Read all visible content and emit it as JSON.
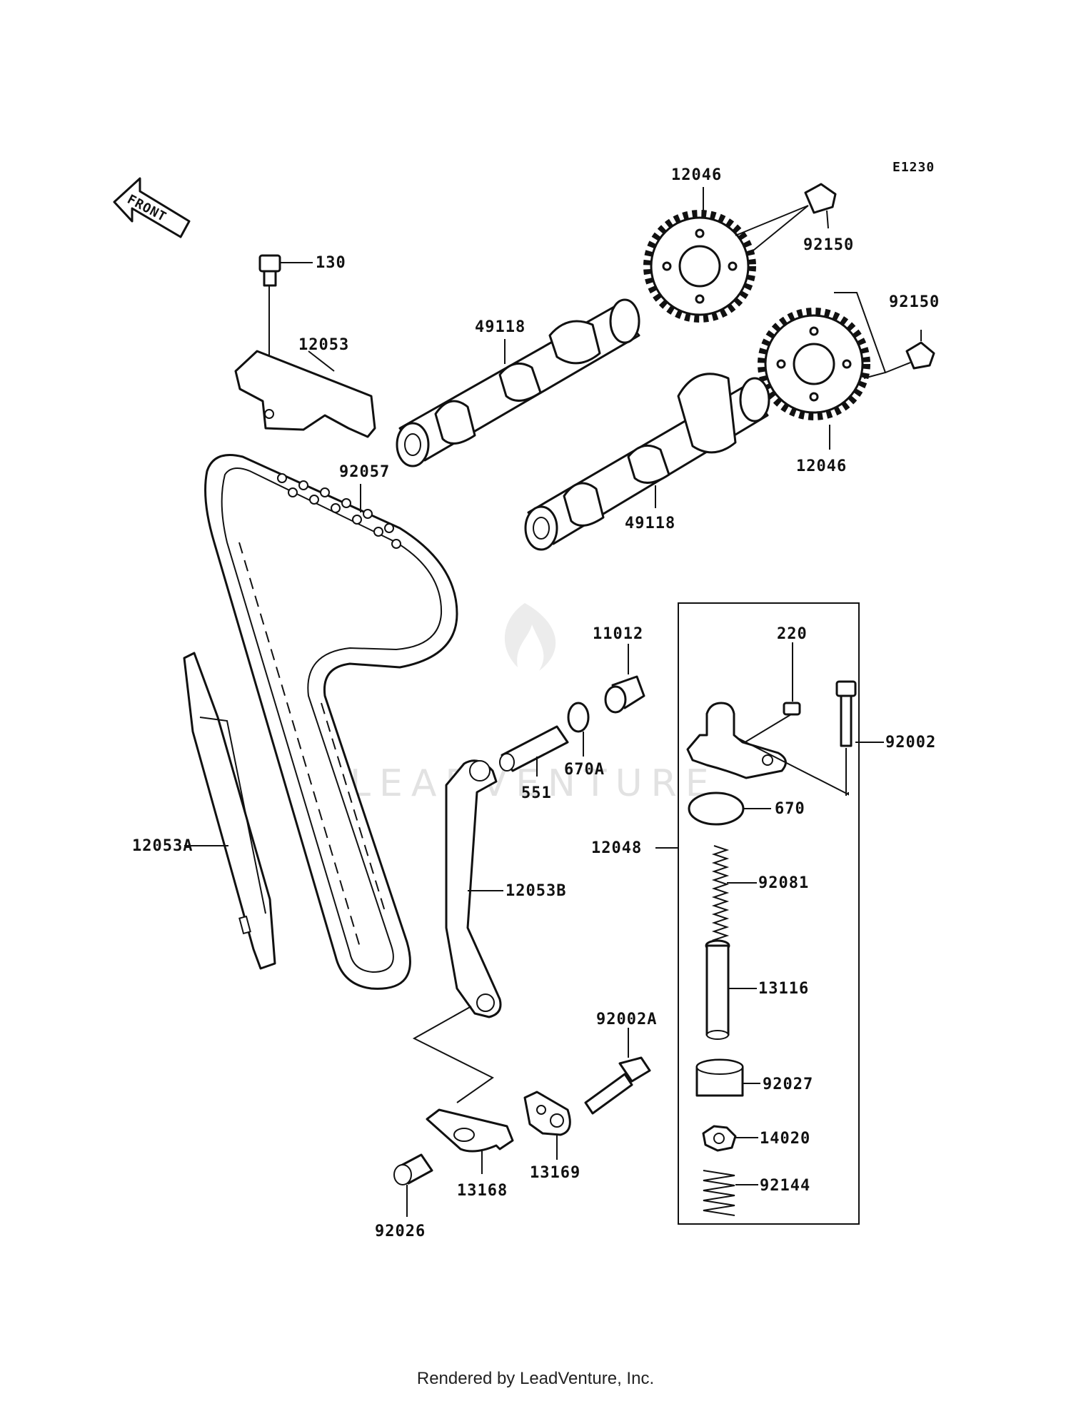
{
  "diagram_code": "E1230",
  "front_arrow_label": "FRONT",
  "watermark": "LEADVENTURE",
  "footer_text": "Rendered by LeadVenture, Inc.",
  "callouts": {
    "c130": "130",
    "c12053": "12053",
    "c12046_top": "12046",
    "c92150_top": "92150",
    "c92150_right": "92150",
    "c49118_top": "49118",
    "c12046_right": "12046",
    "c49118_bottom": "49118",
    "c92057": "92057",
    "c11012": "11012",
    "c220": "220",
    "c92002": "92002",
    "c670A": "670A",
    "c551": "551",
    "c670": "670",
    "c12048": "12048",
    "c12053A": "12053A",
    "c12053B": "12053B",
    "c92081": "92081",
    "c13116": "13116",
    "c92002A": "92002A",
    "c92027": "92027",
    "c14020": "14020",
    "c13169": "13169",
    "c13168": "13168",
    "c92144": "92144",
    "c92026": "92026"
  }
}
